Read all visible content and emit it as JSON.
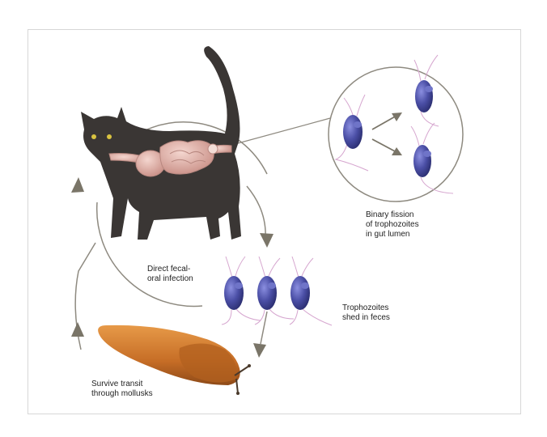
{
  "labels": {
    "binary_fission": "Binary fission\nof trophozoites\nin gut lumen",
    "direct_infection": "Direct fecal-\noral infection",
    "trophozoites_shed": "Trophozoites\nshed in feces",
    "mollusks": "Survive transit\nthrough mollusks"
  },
  "colors": {
    "cycle_line": "#8e8a80",
    "arrow": "#7a7568",
    "cat": "#3a3634",
    "intestine": "#e2b5ad",
    "parasite": "#4b4fa6",
    "flagella": "#d6a6cf",
    "slug": "#c9732c"
  }
}
